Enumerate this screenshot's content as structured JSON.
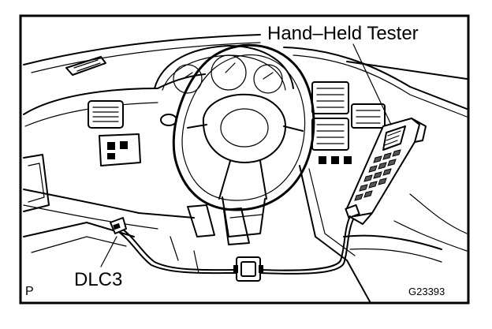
{
  "labels": {
    "tester": "Hand–Held Tester",
    "dlc": "DLC3",
    "corner_code": "P",
    "figure_id": "G23393"
  }
}
